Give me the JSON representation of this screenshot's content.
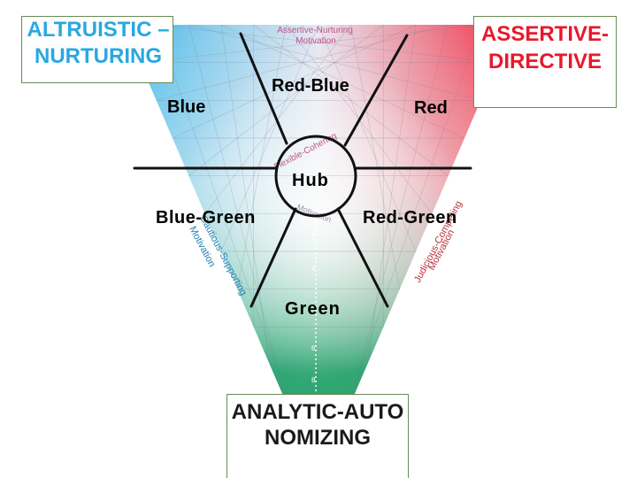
{
  "colors": {
    "blue": "#29a8e0",
    "red": "#e8182c",
    "green": "#2aa56f",
    "line": "#111111",
    "box_border": "#6a8a58"
  },
  "diagram": {
    "corners": {
      "top_left": "ALTRUISTIC – NURTURING",
      "top_right": "ASSERTIVE-DIRECTIVE",
      "bottom": "ANALYTIC-AUTONOMIZING"
    },
    "regions": {
      "blue": "Blue",
      "red_blue": "Red-Blue",
      "red": "Red",
      "hub": "Hub",
      "blue_green": "Blue-Green",
      "red_green": "Red-Green",
      "green": "Green"
    },
    "background_labels": {
      "assertive_nurturing": "Assertive-Nurturing",
      "motivation_top": "Motivation",
      "flexible_cohering": "Flexible-Cohering",
      "motivation_hub": "Motivation",
      "cautious_supporting": "Cautious-Supporting",
      "motivation_left": "Motivation",
      "judicious_competing": "Judicious-Competing",
      "motivation_right": "Motivation"
    },
    "scale_ticks": [
      "8",
      "6",
      "4",
      "2",
      "0"
    ]
  }
}
